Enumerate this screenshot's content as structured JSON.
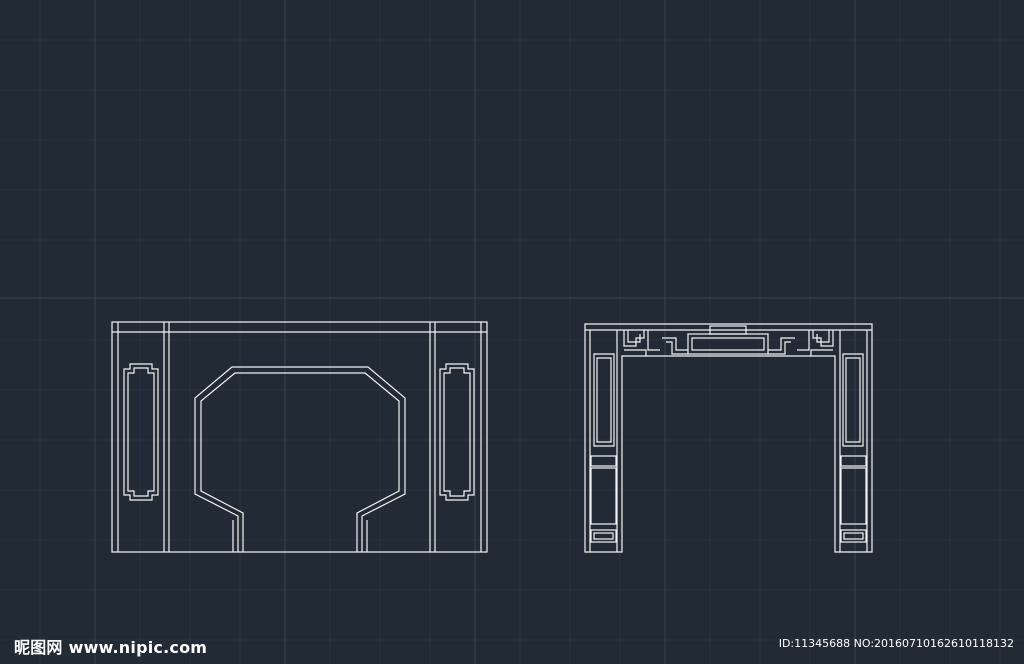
{
  "drawing": {
    "line_color": "#f4f4f4",
    "background_color": "#222a35",
    "grid_minor_color": "#2a3340",
    "grid_major_color": "#39424f"
  },
  "watermark": {
    "brand_cn": "昵图网",
    "site": "www.nipic.com",
    "id_text": "ID:11345688 NO:20160710162610118132"
  }
}
